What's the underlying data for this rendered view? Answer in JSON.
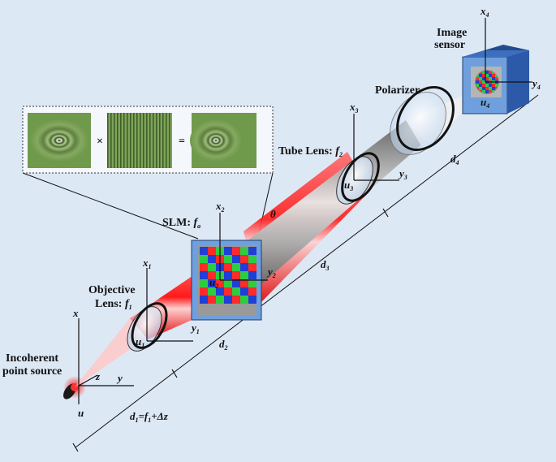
{
  "labels": {
    "source_line1": "Incoherent",
    "source_line2": "point source",
    "objective_line1": "Objective",
    "objective_line2": "Lens: ",
    "objective_f": "f",
    "objective_f_sub": "1",
    "slm": "SLM: ",
    "slm_f": "f",
    "slm_f_sub": "a",
    "tube": "Tube Lens: ",
    "tube_f": "f",
    "tube_f_sub": "2",
    "polarizer": "Polarizer",
    "sensor_line1": "Image",
    "sensor_line2": "sensor",
    "theta": "θ"
  },
  "axes": {
    "x": "x",
    "y": "y",
    "z": "z",
    "u": "u",
    "x1": "x",
    "y1": "y",
    "u1": "u",
    "s1": "1",
    "x2": "x",
    "y2": "y",
    "u2": "u",
    "s2": "2",
    "x3": "x",
    "y3": "y",
    "u3": "u",
    "s3": "3",
    "x4": "x",
    "y4": "y",
    "u4": "u",
    "s4": "4"
  },
  "distances": {
    "d1_main": "d",
    "d1_sub": "1",
    "d1_rest": "=f",
    "d1_f_sub": "1",
    "d1_tail": "+Δz",
    "d2": "d",
    "d2_sub": "2",
    "d3": "d",
    "d3_sub": "3",
    "d4": "d",
    "d4_sub": "4"
  },
  "inset": {
    "times": "×",
    "equals": "="
  },
  "colors": {
    "background": "#dde8f5",
    "beam_red": "#ff2a2a",
    "beam_grey": "#8c8c8c",
    "sensor_blue": "#2f5fb0",
    "pattern_green": "#6f9a4c"
  }
}
